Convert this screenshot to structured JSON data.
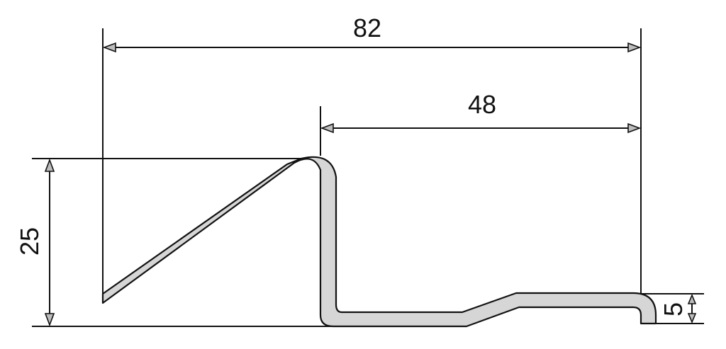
{
  "drawing": {
    "dimensions": {
      "overall_width": "82",
      "top_flat_width": "48",
      "height": "25",
      "lip_height": "5"
    },
    "colors": {
      "line": "#111111",
      "profile_fill": "#d6d6d6",
      "arrow_fill": "#bdbdbd",
      "background": "#ffffff"
    }
  }
}
